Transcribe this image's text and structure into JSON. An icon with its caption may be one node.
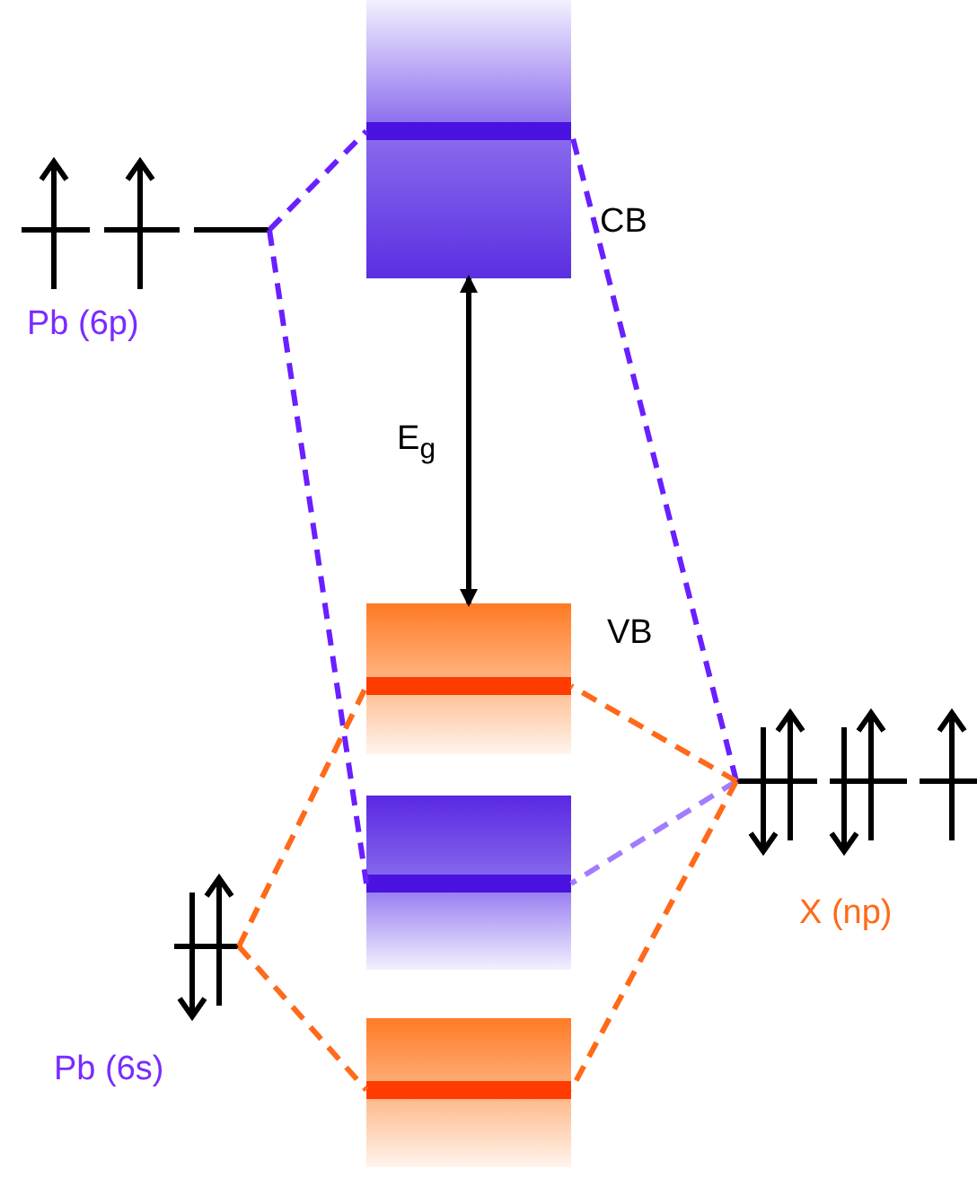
{
  "diagram": {
    "nodes": [
      {
        "text": [
          "Pb (6p)"
        ]
      },
      {
        "text": [
          "CB"
        ]
      },
      {
        "text": [
          "VB"
        ]
      },
      {
        "text": [],
        "shape": "bar"
      },
      {
        "text": [],
        "shape": "bar"
      },
      {
        "text": [
          "X (np)"
        ]
      },
      {
        "text": [
          "Pb (6s)"
        ]
      }
    ],
    "edges": [
      {
        "from": 0,
        "to": 1,
        "arrow": "none",
        "style": "dashed",
        "color": "#6a1fff"
      },
      {
        "from": 0,
        "to": 3,
        "arrow": "none",
        "style": "dashed",
        "color": "#6a1fff"
      },
      {
        "from": 5,
        "to": 1,
        "arrow": "none",
        "style": "dashed",
        "color": "#6a1fff"
      },
      {
        "from": 5,
        "to": 3,
        "arrow": "none",
        "style": "dashed",
        "color": "#a27cff"
      },
      {
        "from": 5,
        "to": 2,
        "arrow": "none",
        "style": "dashed",
        "color": "#ff6a1a"
      },
      {
        "from": 5,
        "to": 4,
        "arrow": "none",
        "style": "dashed",
        "color": "#ff6a1a"
      },
      {
        "from": 6,
        "to": 2,
        "arrow": "none",
        "style": "dashed",
        "color": "#ff6a1a"
      },
      {
        "from": 6,
        "to": 4,
        "arrow": "none",
        "style": "dashed",
        "color": "#ff6a1a"
      },
      {
        "from": 1,
        "to": 2,
        "arrow": "both",
        "label": "E$_{g}$",
        "color": "#000000"
      }
    ]
  }
}
